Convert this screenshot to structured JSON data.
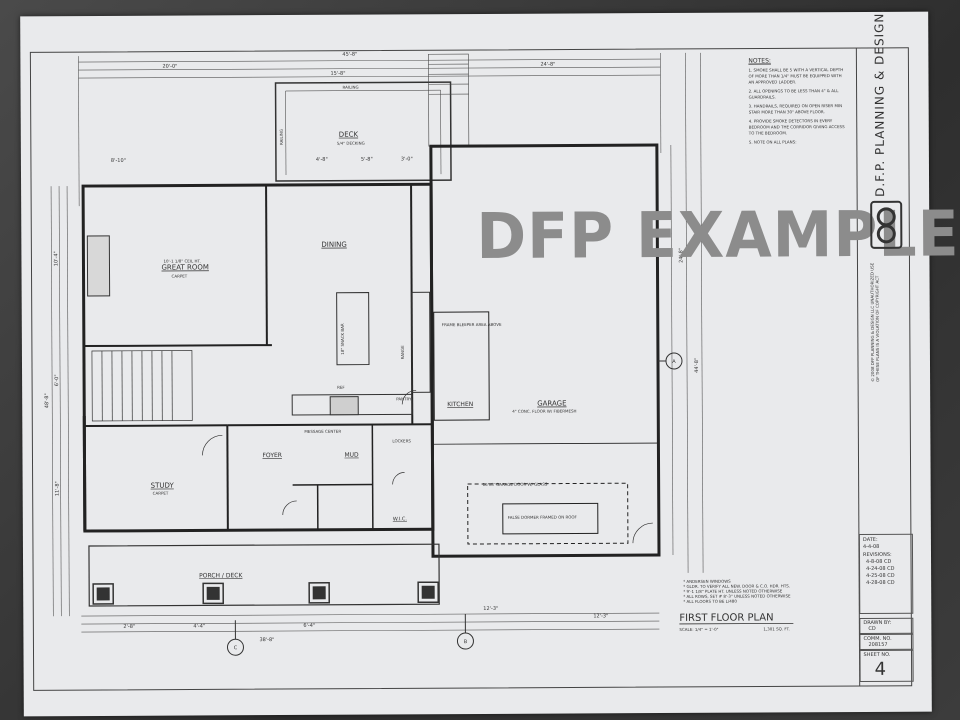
{
  "watermark": "DFP EXAMPLE",
  "notes": {
    "heading": "NOTES:",
    "items": [
      "1. SMOKE SHALL BE 5 WITH A VERTICAL DEPTH OF MORE THAN 1/4\" MUST BE EQUIPPED WITH AN APPROVED LADDER.",
      "2. ALL OPENINGS TO BE LESS THAN 4\" & ALL GUARDRAILS.",
      "3. HANDRAILS, REQUIRED ON OPEN RISER MIN STAIR MORE THAN 30\" ABOVE FLOOR.",
      "4. PROVIDE SMOKE DETECTORS IN EVERY BEDROOM AND THE CORRIDOR GIVING ACCESS TO THE BEDROOM.",
      "5. NOTE ON ALL PLANS:"
    ]
  },
  "firm": {
    "name": "D.F.P. PLANNING & DESIGN, LLC.",
    "copyright": "© 2008 DFP PLANNING & DESIGN LLC UNAUTHORIZED USE OF THESE PLANS IS A VIOLATION OF COPYRIGHT ACT"
  },
  "title_block": {
    "date_label": "DATE:",
    "date": "4-4-08",
    "revisions_label": "REVISIONS:",
    "revisions": [
      "4-8-08 CD",
      "4-24-08 CD",
      "4-25-08 CD",
      "4-28-08 CD"
    ],
    "drawn_by_label": "DRAWN BY:",
    "drawn_by": "CD",
    "comm_label": "COMM. NO.",
    "comm_no": "208157",
    "sheet_label": "SHEET NO.",
    "sheet_no": "4"
  },
  "plan_title": "FIRST FLOOR PLAN",
  "plan_scale": "SCALE: 1/4\" = 1'-0\"",
  "plan_area": "1,301 SQ. FT.",
  "rooms": {
    "deck": "DECK",
    "deck_sub": "5/4\" DECKING",
    "railing_top": "RAILING",
    "railing_side": "RAILING",
    "dining": "DINING",
    "great_room": "GREAT ROOM",
    "great_room_sub": "CARPET",
    "great_room_ceiling": "10'-1 1/8\" CEIL HT.",
    "garage": "GARAGE",
    "garage_sub": "4\" CONC. FLOOR W/ FIBERMESH",
    "kitchen": "KITCHEN",
    "study": "STUDY",
    "study_sub": "CARPET",
    "foyer": "FOYER",
    "mud": "MUD",
    "wic": "W.I.C.",
    "porch": "PORCH / DECK",
    "pantry": "PANTRY",
    "lockers": "LOCKERS",
    "message_center": "MESSAGE CENTER",
    "snack_bar": "18\" SNACK BAR",
    "refrig": "REF",
    "range": "RANGE",
    "false_dormer": "FALSE DORMER FRAMED ON ROOF",
    "garage_door": "16'x8' GARAGE DOOR W/ GLASS",
    "frame_bleeper": "FRAME BLEEPER AREA ABOVE"
  },
  "dims": {
    "top_overall": "45'-8\"",
    "top_a": "20'-0\"",
    "top_b": "15'-8\"",
    "top_c": "24'-8\"",
    "deck_a": "8'-10\"",
    "deck_b": "3'-0\"",
    "deck_c": "4'-8\"",
    "deck_d": "5'-8\"",
    "bottom_overall": "38'-8\"",
    "bottom_a": "12'-3\"",
    "bottom_b": "12'-3\"",
    "bottom_c": "2'-8\"",
    "bottom_d": "4'-4\"",
    "bottom_e": "6'-4\"",
    "left_overall": "48'-8\"",
    "right_overall": "44'-8\"",
    "right_a": "24'-8\"",
    "side_d": "10'-4\"",
    "side_e": "6'-0\"",
    "side_f": "11'-8\""
  },
  "section_marks": {
    "a": "A",
    "b": "B",
    "c": "C"
  },
  "footer_notes": [
    "* ANDERSEN WINDOWS",
    "* GLDR. TO VERIFY ALL NEW. DOOR & C.O. HDR. HTS.",
    "* 9'-1 1/8\" PLATE HT. UNLESS NOTED OTHERWISE",
    "* ALL ROWS, SET # 8'-3\" UNLESS NOTED OTHERWISE",
    "* ALL FLOORS TO BE L/480"
  ],
  "colors": {
    "paper": "#e9eaec",
    "ink": "#333333",
    "watermark": "#8c8c8c",
    "desk": "#3a3a3a"
  }
}
